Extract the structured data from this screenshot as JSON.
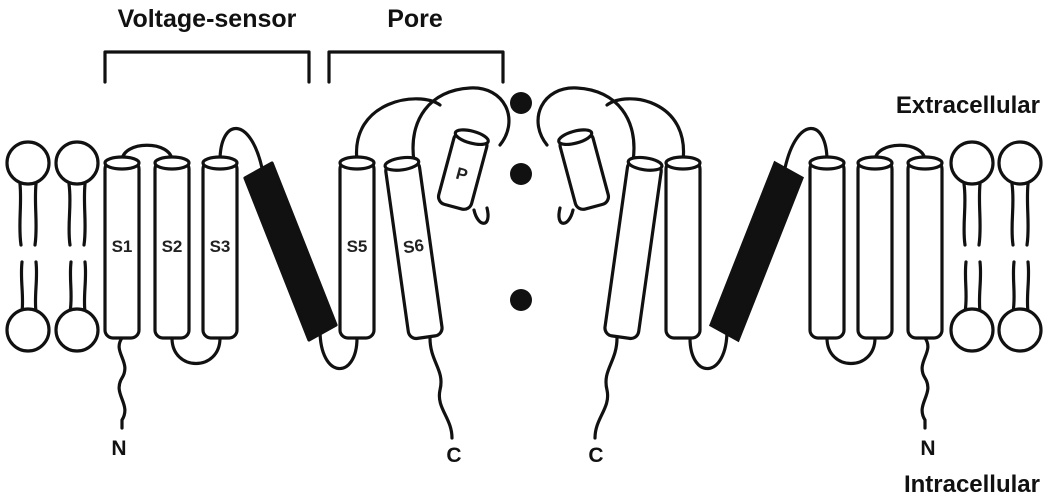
{
  "labels": {
    "voltage_sensor": "Voltage-sensor",
    "pore": "Pore",
    "extracellular": "Extracellular",
    "intracellular": "Intracellular"
  },
  "segments": {
    "s1": "S1",
    "s2": "S2",
    "s3": "S3",
    "s5": "S5",
    "s6": "S6",
    "p_loop": "P"
  },
  "termini": {
    "left_n": "N",
    "left_c": "C",
    "right_c": "C",
    "right_n": "N"
  },
  "colors": {
    "stroke": "#111111",
    "s4_fill": "#111111",
    "ion_fill": "#111111",
    "background": "#ffffff"
  }
}
